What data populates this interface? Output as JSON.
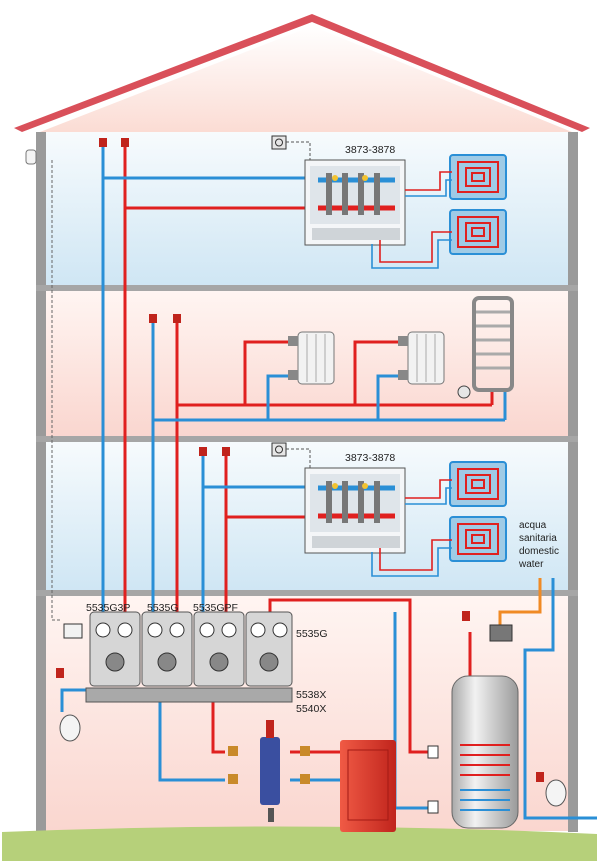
{
  "labels": {
    "manifold_top": "3873-3878",
    "manifold_mid": "3873-3878",
    "module_1": "5535G3P",
    "module_2": "5535G",
    "module_3": "5535GPF",
    "module_4": "5535G",
    "collector_a": "5538X",
    "collector_b": "5540X",
    "water_line1": "acqua",
    "water_line2": "sanitaria",
    "water_line3": "domestic",
    "water_line4": "water"
  },
  "colors": {
    "roof": "#d9505a",
    "floor_top": "#dbeef8",
    "floor_pink": "#fbe0dc",
    "hot_pipe": "#e0201f",
    "cold_pipe": "#2a8fd6",
    "dhw_pipe": "#f08a24",
    "ground": "#b6d07a",
    "boiler": "#e03a30"
  },
  "icons": [
    "thermostat-icon",
    "radiator-icon",
    "towel-rail-icon",
    "floor-coil-icon",
    "pump-icon",
    "valve-icon",
    "expansion-tank-icon",
    "boiler-icon",
    "storage-tank-icon",
    "separator-icon",
    "air-vent-icon"
  ]
}
